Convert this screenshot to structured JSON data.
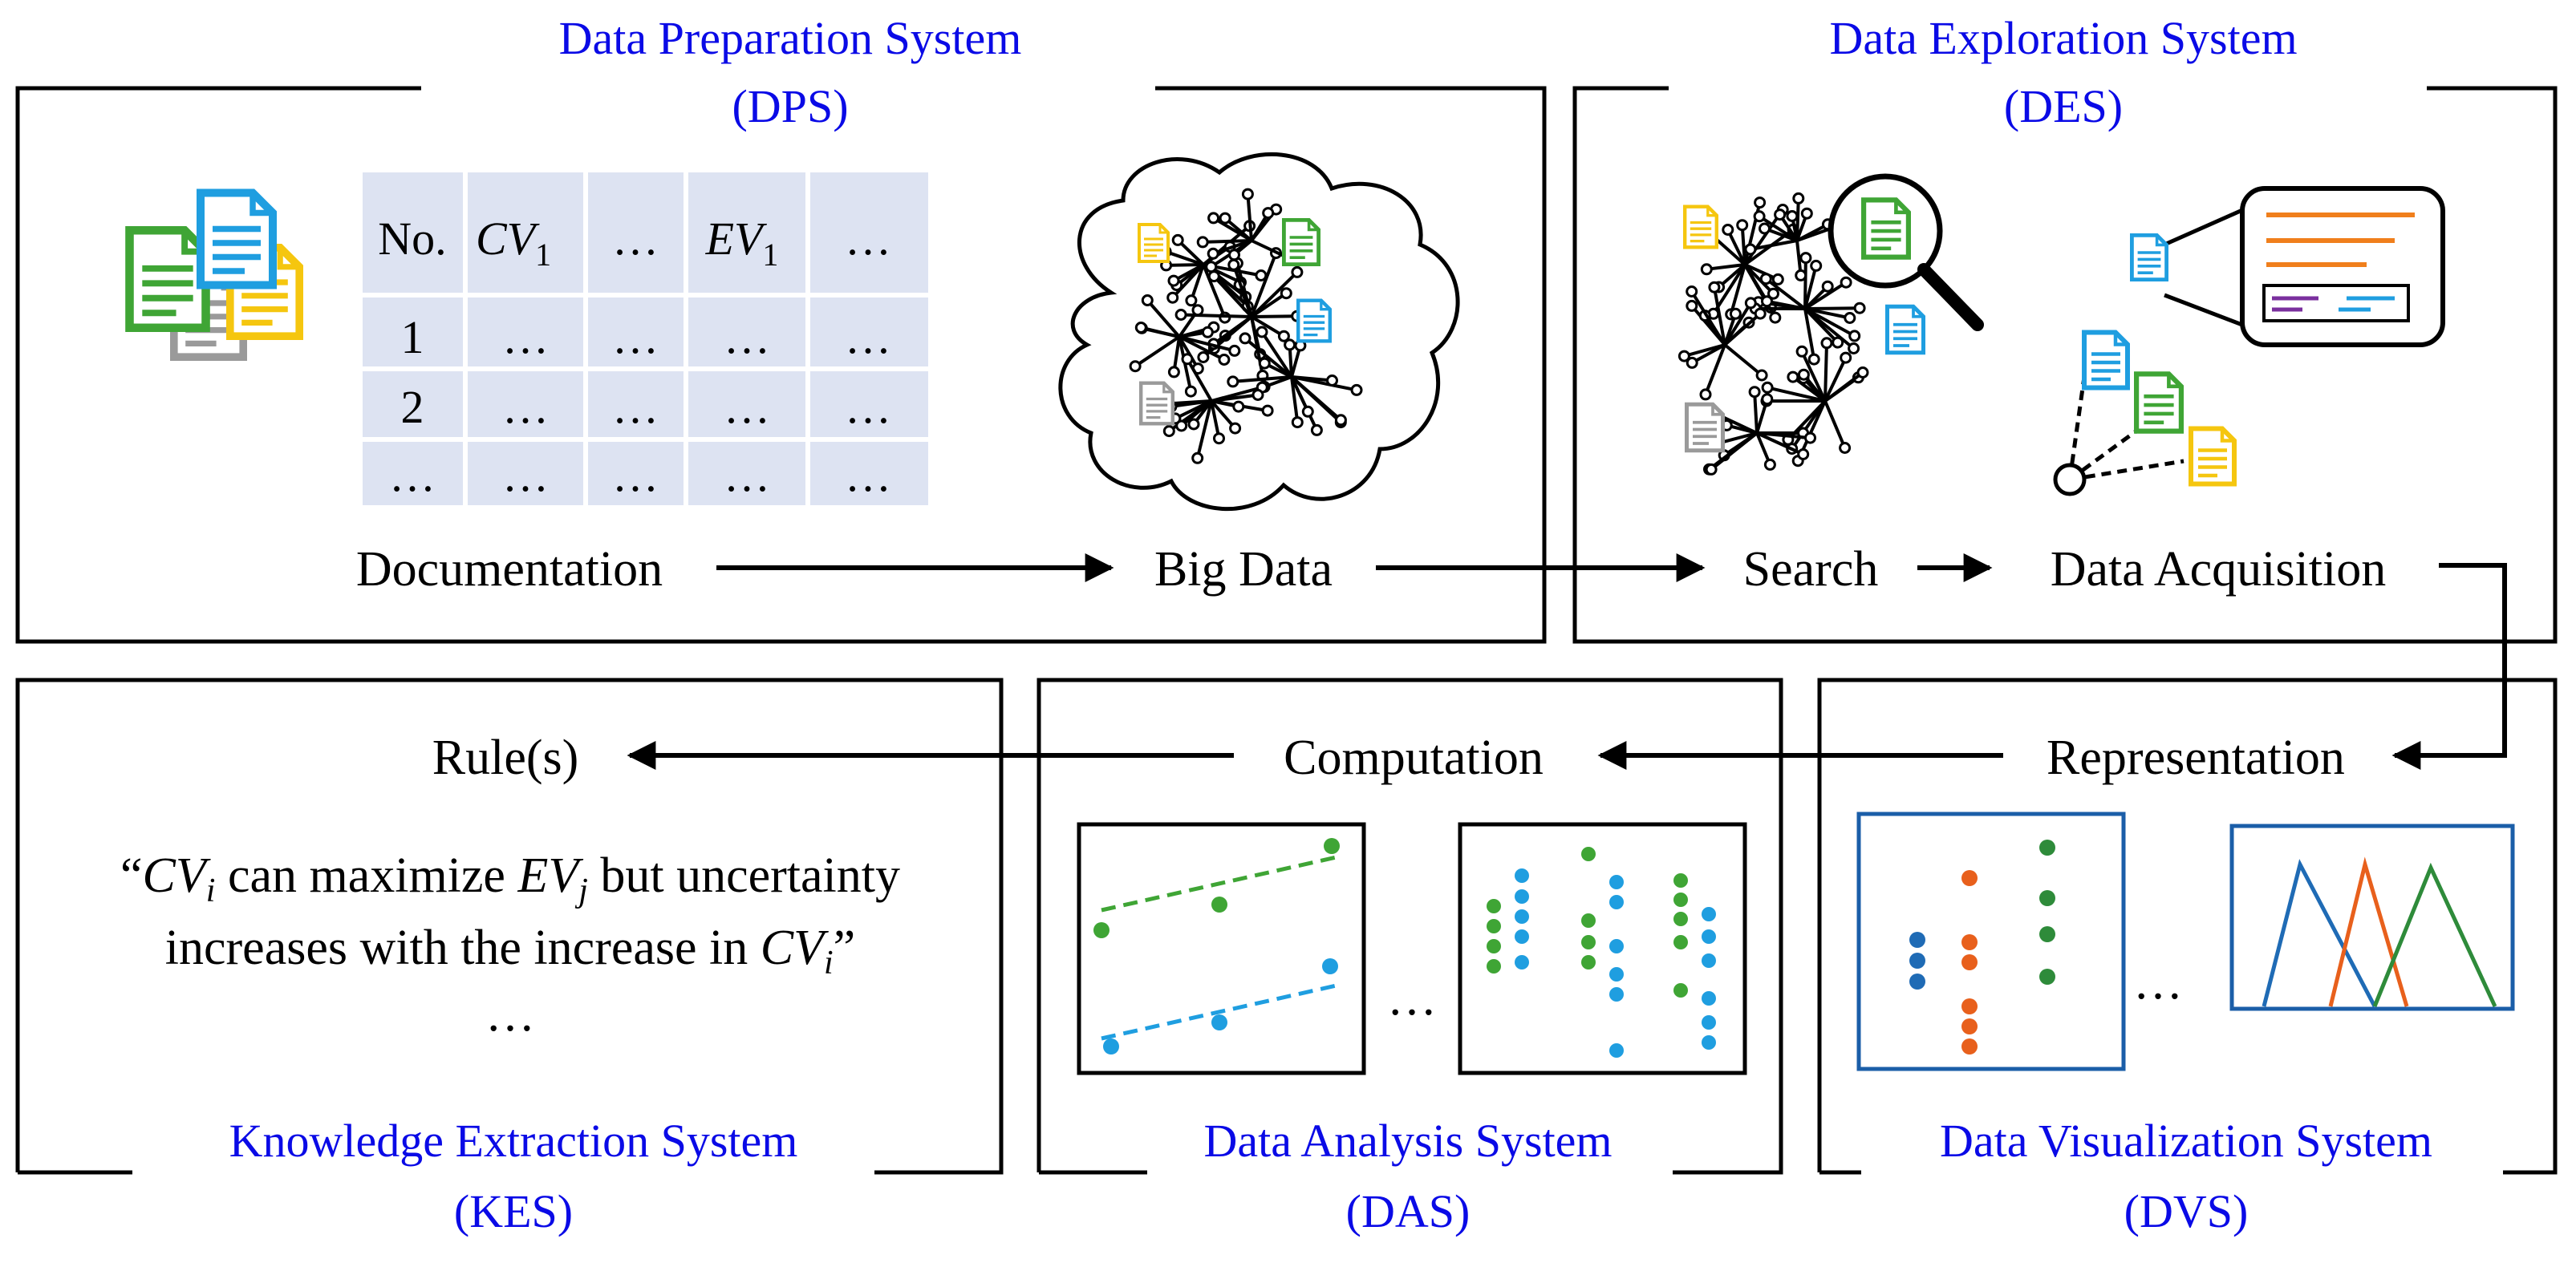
{
  "systems": {
    "dps": {
      "name": "Data Preparation System",
      "abbr": "(DPS)"
    },
    "des": {
      "name": "Data Exploration System",
      "abbr": "(DES)"
    },
    "kes": {
      "name": "Knowledge Extraction System",
      "abbr": "(KES)"
    },
    "das": {
      "name": "Data Analysis System",
      "abbr": "(DAS)"
    },
    "dvs": {
      "name": "Data Visualization System",
      "abbr": "(DVS)"
    }
  },
  "steps": {
    "documentation": "Documentation",
    "big_data": "Big Data",
    "search": "Search",
    "data_acquisition": "Data Acquisition",
    "representation": "Representation",
    "computation": "Computation",
    "rules": "Rule(s)"
  },
  "table": {
    "header": {
      "no": "No.",
      "cv": "CV",
      "cv_sub": "1",
      "ellipsis1": "…",
      "ev": "EV",
      "ev_sub": "1",
      "ellipsis2": "…"
    },
    "rows": [
      [
        "1",
        "…",
        "…",
        "…",
        "…"
      ],
      [
        "2",
        "…",
        "…",
        "…",
        "…"
      ],
      [
        "…",
        "…",
        "…",
        "…",
        "…"
      ]
    ]
  },
  "quote": {
    "open": "“",
    "cv": "CV",
    "sub_i": "i",
    "mid": " can maximize ",
    "ev": "EV",
    "sub_j": "j",
    "tail": " but uncertainty",
    "line2": "increases with the increase in ",
    "close": "”",
    "ellipsis": "…"
  },
  "plot_ellipsis": "…",
  "colors": {
    "title": "#0a0ae6",
    "green": "#3fa535",
    "blue": "#1f9ee0",
    "yellow": "#f5c60f",
    "gray": "#9a9a9a",
    "orange": "#e8601c",
    "dark_green": "#2e8b3a",
    "dark_blue": "#1f6bb5",
    "purple": "#7a2f9e",
    "table_fill": "#dde3f2",
    "frame_blue": "#1b5ea8"
  },
  "icons": [
    "document-icon",
    "magnifier-icon",
    "cloud-icon",
    "network-icon",
    "monitor-icon"
  ]
}
